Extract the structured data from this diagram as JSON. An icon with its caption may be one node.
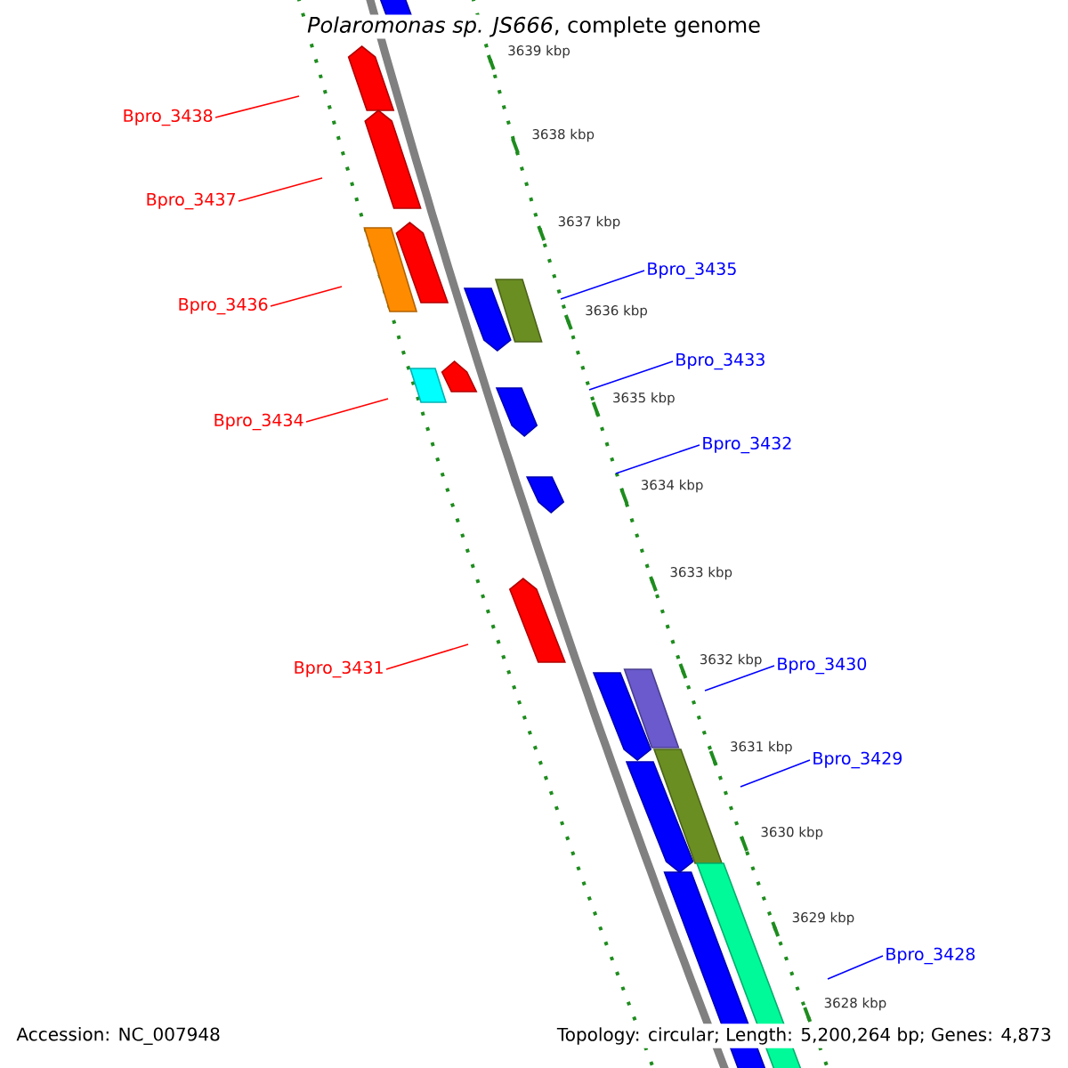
{
  "diagram": {
    "title": "*Polaromonas sp. JS666*, complete genome",
    "nodes": [
      {
        "text": [
          "Bpro_3438"
        ]
      },
      {
        "text": [
          "Bpro_3437"
        ]
      },
      {
        "text": [
          "Bpro_3436"
        ]
      },
      {
        "text": [
          "Bpro_3435"
        ]
      },
      {
        "text": [
          "Bpro_3433"
        ]
      },
      {
        "text": [
          "Bpro_3434"
        ]
      },
      {
        "text": [
          "Bpro_3432"
        ]
      },
      {
        "text": [
          "Bpro_3431"
        ]
      },
      {
        "text": [
          "Bpro_3430"
        ]
      },
      {
        "text": [
          "Bpro_3429"
        ]
      },
      {
        "text": [
          "Bpro_3428"
        ]
      }
    ],
    "edges": [
      {
        "from": 0,
        "to": null,
        "arrow": "none",
        "color": "#ff0000"
      },
      {
        "from": 1,
        "to": null,
        "arrow": "none",
        "color": "#ff0000"
      },
      {
        "from": 2,
        "to": null,
        "arrow": "none",
        "color": "#ff0000"
      },
      {
        "from": 3,
        "to": null,
        "arrow": "none"
      },
      {
        "from": 4,
        "to": null,
        "arrow": "none"
      },
      {
        "from": 5,
        "to": null,
        "arrow": "none",
        "color": "#ff0000"
      },
      {
        "from": 6,
        "to": null,
        "arrow": "none"
      },
      {
        "from": 7,
        "to": null,
        "arrow": "none",
        "color": "#ff0000"
      },
      {
        "from": 8,
        "to": null,
        "arrow": "none"
      },
      {
        "from": 9,
        "to": null,
        "arrow": "none"
      },
      {
        "from": 10,
        "to": null,
        "arrow": "none"
      }
    ],
    "labels": [
      "3639 kbp",
      "3638 kbp",
      "3637 kbp",
      "3636 kbp",
      "3635 kbp",
      "3634 kbp",
      "3633 kbp",
      "3632 kbp",
      "3631 kbp",
      "3630 kbp",
      "3629 kbp",
      "3628 kbp",
      "Accession: NC_007948",
      "Topology: circular; Length: 5,200,264 bp; Genes: 4,873"
    ]
  }
}
